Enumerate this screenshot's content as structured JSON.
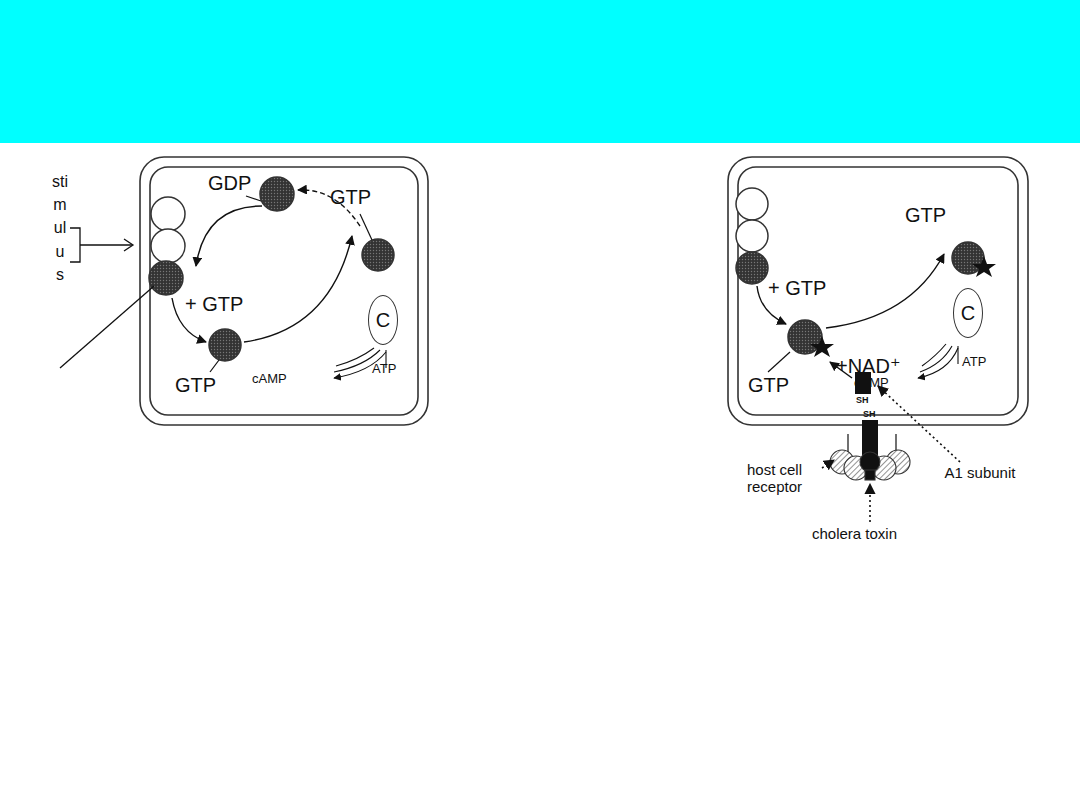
{
  "diagram": {
    "nodes": [
      {
        "text": [
          "C"
        ]
      },
      {
        "text": [
          "C"
        ]
      }
    ],
    "labels": [
      "stimulus",
      "GDP",
      "GTP",
      "+ GTP",
      "GTP",
      "cAMP",
      "ATP",
      "GTP",
      "+ GTP",
      "+NAD⁺",
      "GTP",
      "cAMP",
      "ATP",
      "SH",
      "SH",
      "A1 subunit",
      "host cell receptor",
      "cholera toxin"
    ]
  }
}
